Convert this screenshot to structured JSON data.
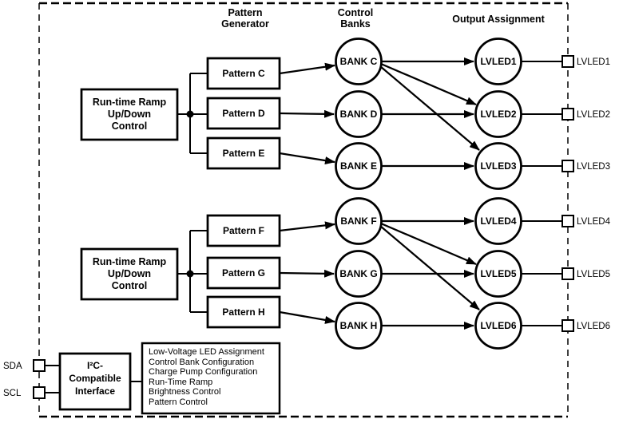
{
  "headers": {
    "pattern_generator": [
      "Pattern",
      "Generator"
    ],
    "control_banks": [
      "Control",
      "Banks"
    ],
    "output_assignment": "Output Assignment"
  },
  "ramp_top": [
    "Run-time Ramp",
    "Up/Down",
    "Control"
  ],
  "ramp_bottom": [
    "Run-time Ramp",
    "Up/Down",
    "Control"
  ],
  "patterns": [
    "Pattern C",
    "Pattern D",
    "Pattern E",
    "Pattern F",
    "Pattern G",
    "Pattern H"
  ],
  "banks": [
    "BANK C",
    "BANK D",
    "BANK E",
    "BANK F",
    "BANK G",
    "BANK H"
  ],
  "led_outputs": [
    "LVLED1",
    "LVLED2",
    "LVLED3",
    "LVLED4",
    "LVLED5",
    "LVLED6"
  ],
  "right_pins": [
    "LVLED1",
    "LVLED2",
    "LVLED3",
    "LVLED4",
    "LVLED5",
    "LVLED6"
  ],
  "left_pins": [
    "SDA",
    "SCL"
  ],
  "i2c_box": [
    "I²C-",
    "Compatible",
    "Interface"
  ],
  "register_functions": [
    "Low-Voltage LED Assignment",
    "Control Bank Configuration",
    "Charge Pump Configuration",
    "Run-Time Ramp",
    "Brightness Control",
    "Pattern Control"
  ],
  "colors": {
    "line": "#000000",
    "background": "#ffffff"
  }
}
